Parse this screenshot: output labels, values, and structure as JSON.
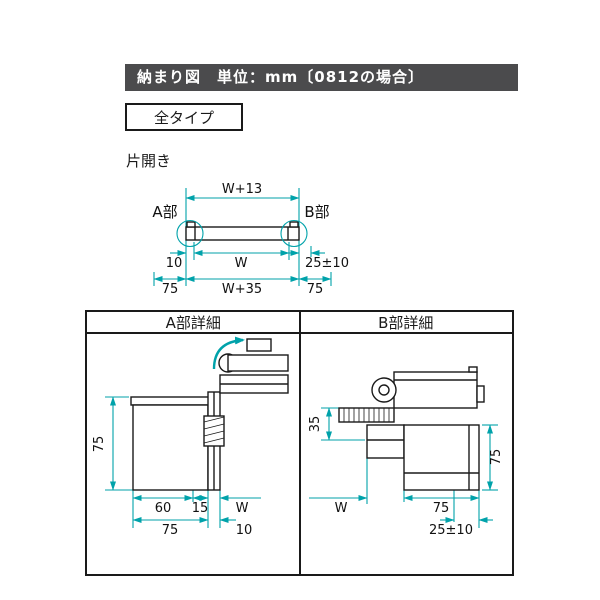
{
  "header": {
    "title": "納まり図　単位：mm〔0812の場合〕"
  },
  "type_label": "全タイプ",
  "opening_label": "片開き",
  "overview": {
    "dim_w13": "W+13",
    "part_a": "A部",
    "part_b": "B部",
    "dim_10": "10",
    "dim_w": "W",
    "dim_25": "25±10",
    "dim_75_left": "75",
    "dim_w35": "W+35",
    "dim_75_right": "75"
  },
  "detail_a": {
    "title": "A部詳細",
    "dim_height": "75",
    "dim_60": "60",
    "dim_15": "15",
    "dim_w": "W",
    "dim_75": "75",
    "dim_10": "10"
  },
  "detail_b": {
    "title": "B部詳細",
    "dim_35": "35",
    "dim_height": "75",
    "dim_w": "W",
    "dim_75": "75",
    "dim_25": "25±10"
  },
  "colors": {
    "accent": "#00a2aa",
    "header_bg": "#4b4b4d",
    "line": "#1a1a1a"
  }
}
